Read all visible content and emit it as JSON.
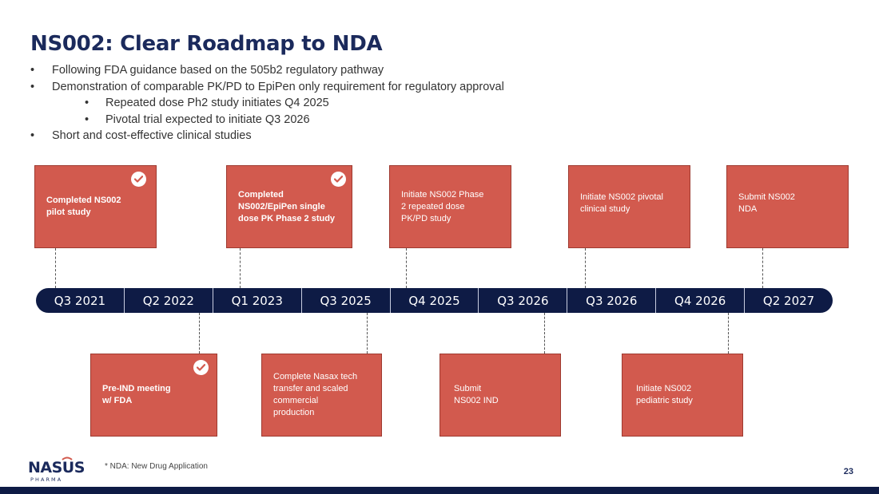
{
  "title": "NS002: Clear Roadmap to NDA",
  "bullet_symbol": "•",
  "bullets": [
    "Following FDA guidance based on the 505b2 regulatory pathway",
    "Demonstration of comparable PK/PD to EpiPen  only requirement for regulatory approval",
    "Repeated dose Ph2 study initiates Q4 2025",
    "Pivotal trial expected to initiate Q3 2026",
    "Short and cost-effective clinical studies"
  ],
  "timeline": [
    "Q3 2021",
    "Q2 2022",
    "Q1 2023",
    "Q3 2025",
    "Q4 2025",
    "Q3 2026",
    "Q3 2026",
    "Q4 2026",
    "Q2 2027"
  ],
  "milestones_top": [
    {
      "text": "Completed NS002\npilot study",
      "completed": true
    },
    {
      "text": "Completed\nNS002/EpiPen single\ndose PK Phase 2 study",
      "completed": true
    },
    {
      "text": "Initiate NS002 Phase\n2 repeated dose\nPK/PD study",
      "completed": false
    },
    {
      "text": "Initiate NS002 pivotal\nclinical study",
      "completed": false
    },
    {
      "text": "Submit NS002\nNDA",
      "completed": false
    }
  ],
  "milestones_bottom": [
    {
      "text": "Pre-IND meeting\nw/ FDA",
      "completed": true
    },
    {
      "text": "Complete Nasax tech\ntransfer and scaled\ncommercial\nproduction",
      "completed": false
    },
    {
      "text": "Submit\nNS002 IND",
      "completed": false
    },
    {
      "text": "Initiate NS002\npediatric study",
      "completed": false
    }
  ],
  "footnote": "* NDA: New Drug Application",
  "page_number": "23",
  "logo": {
    "word": "NASUS",
    "sub": "P H A R M A"
  },
  "colors": {
    "navy": "#0e1b45",
    "box_red": "#d25a4e",
    "title": "#1b2a5c"
  }
}
